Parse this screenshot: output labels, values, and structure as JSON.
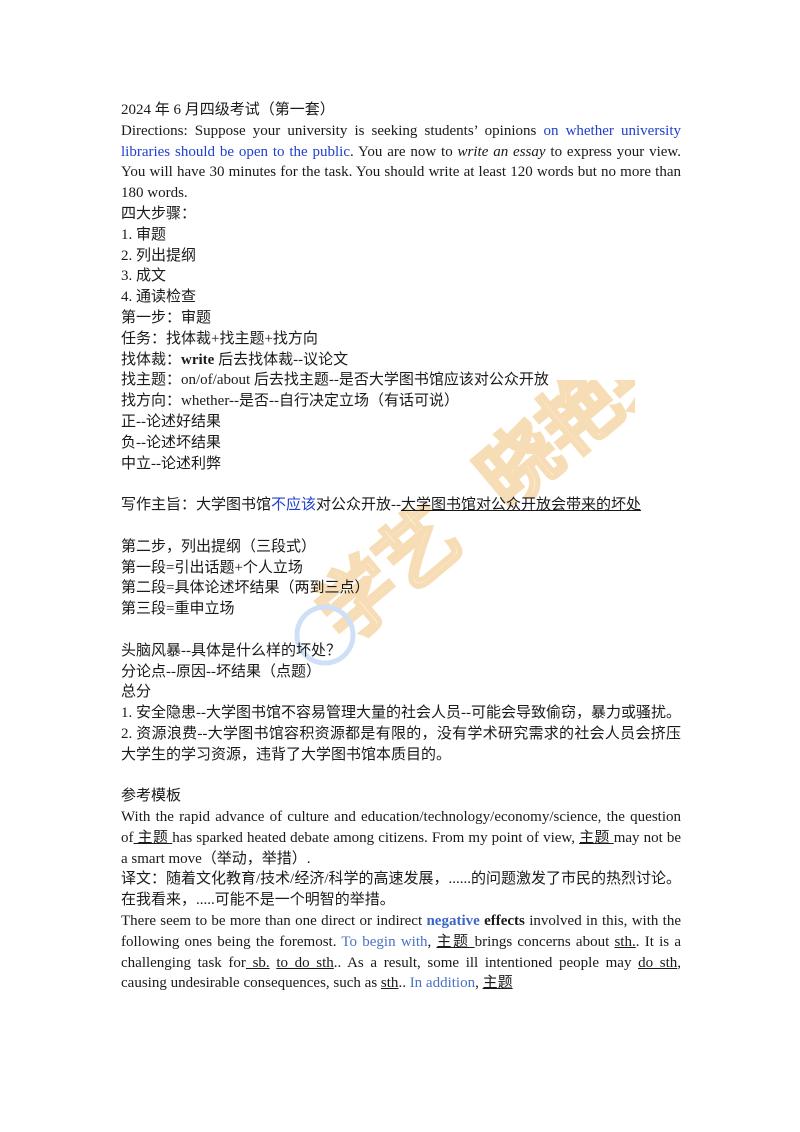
{
  "title": "2024 年 6 月四级考试（第一套）",
  "directions": {
    "p1": "Directions: Suppose your university is seeking students’ opinions ",
    "blue": "on whether university libraries should be open to the public",
    "p2": ". You are now to ",
    "italic": "write an essay",
    "p3": " to express your view. You will have 30 minutes for the task. You should write at least 120 words but no more than 180 words."
  },
  "steps_heading": "四大步骤：",
  "steps": [
    "1. 审题",
    "2. 列出提纲",
    "3. 成文",
    "4. 通读检查"
  ],
  "step1": {
    "heading": "第一步：审题",
    "task": "任务：找体裁+找主题+找方向",
    "genre_a": "找体裁：",
    "genre_b": "write",
    "genre_c": " 后去找体裁--议论文",
    "topic": "找主题：on/of/about 后去找主题--是否大学图书馆应该对公众开放",
    "direction": "找方向：whether--是否--自行决定立场（有话可说）",
    "pos": "正--论述好结果",
    "neg": "负--论述坏结果",
    "neutral": "中立--论述利弊"
  },
  "theme": {
    "a": "写作主旨：大学图书馆",
    "blue": "不应该",
    "b": "对公众开放--",
    "underline": "大学图书馆对公众开放会带来的坏处"
  },
  "step2": {
    "heading": "第二步，列出提纲（三段式）",
    "p1": "第一段=引出话题+个人立场",
    "p2": "第二段=具体论述坏结果（两到三点）",
    "p3": "第三段=重申立场"
  },
  "brainstorm": {
    "heading": "头脑风暴--具体是什么样的坏处？",
    "structure": "分论点--原因--坏结果（点题）",
    "total": "总分",
    "point1": "1. 安全隐患--大学图书馆不容易管理大量的社会人员--可能会导致偷窃，暴力或骚扰。",
    "point2": "2. 资源浪费--大学图书馆容积资源都是有限的，没有学术研究需求的社会人员会挤压大学生的学习资源，违背了大学图书馆本质目的。"
  },
  "template": {
    "heading": "参考模板",
    "para1_a": "With the rapid advance of culture and education/technology/economy/science, the question of",
    "para1_u1": " 主题 ",
    "para1_b": "has sparked heated debate among citizens. From my point of view, ",
    "para1_u2": "主题 ",
    "para1_c": "may not be a smart move（举动，举措）.",
    "translation": "译文：随着文化教育/技术/经济/科学的高速发展，......的问题激发了市民的热烈讨论。在我看来，.....可能不是一个明智的举措。",
    "para2_a": "There seem to be more than one direct or indirect ",
    "para2_neg": "negative",
    "para2_eff": "effects",
    "para2_b": " involved in this, with the following ones being the foremost. ",
    "para2_begin": "To begin with",
    "para2_c": ", ",
    "para2_u1": "主题 ",
    "para2_d": " brings concerns about ",
    "para2_u2": "sth.",
    "para2_e": ". It is a challenging task for",
    "para2_u3": " sb.",
    "para2_f": " ",
    "para2_u4": "to do sth",
    "para2_g": ".. As a result, some ill intentioned people may ",
    "para2_u5": "do sth",
    "para2_h": ", causing undesirable consequences, such as ",
    "para2_u6": "sth",
    "para2_i": ".. ",
    "para2_add": "In addition",
    "para2_j": ", ",
    "para2_u7": "主题"
  },
  "watermark": "学艺  晓艳英语"
}
